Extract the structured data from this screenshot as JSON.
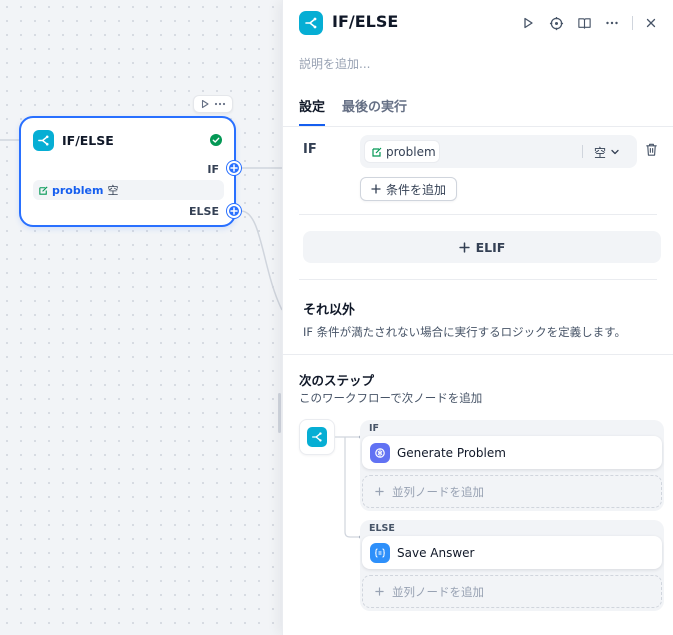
{
  "canvas": {
    "node": {
      "title": "IF/ELSE",
      "if_label": "IF",
      "else_label": "ELSE",
      "condition": {
        "variable": "problem",
        "operator": "空"
      },
      "status": "success"
    }
  },
  "panel": {
    "title": "IF/ELSE",
    "description_placeholder": "説明を追加...",
    "tabs": [
      {
        "label": "設定",
        "active": true
      },
      {
        "label": "最後の実行",
        "active": false
      }
    ],
    "if_section": {
      "label": "IF",
      "condition": {
        "variable": "problem",
        "operator": "空"
      },
      "add_condition_label": "条件を追加"
    },
    "elif_label": "ELIF",
    "else_section": {
      "title": "それ以外",
      "description": "IF 条件が満たされない場合に実行するロジックを定義します。"
    },
    "next_step": {
      "title": "次のステップ",
      "description": "このワークフローで次ノードを追加",
      "branches": [
        {
          "label": "IF",
          "node": "Generate Problem",
          "add_parallel": "並列ノードを追加"
        },
        {
          "label": "ELSE",
          "node": "Save Answer",
          "add_parallel": "並列ノードを追加"
        }
      ]
    }
  },
  "colors": {
    "accent": "#2970ff",
    "ifelse_icon": "#06aed4",
    "llm_icon": "#6172f3",
    "assigner_icon": "#2e90fa",
    "success": "#039855"
  }
}
